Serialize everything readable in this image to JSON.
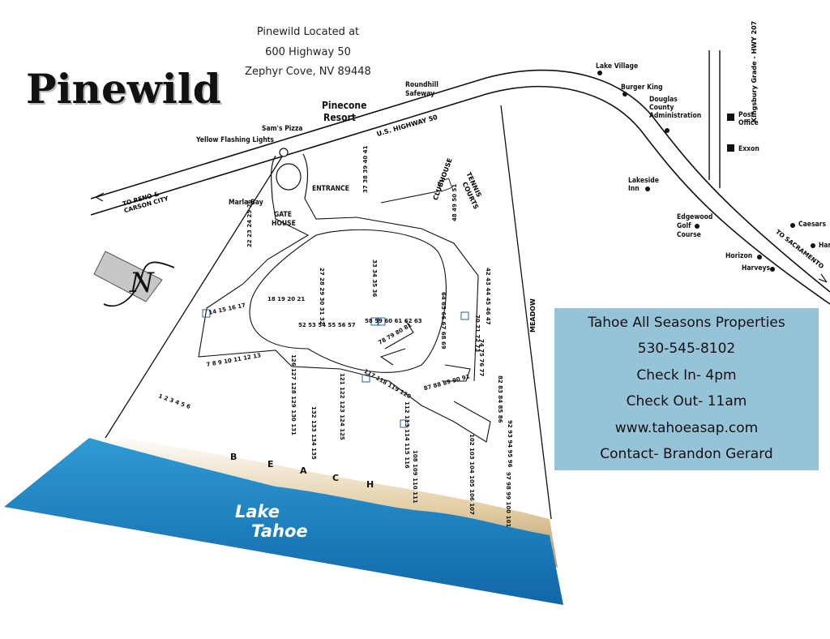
{
  "brand": {
    "title": "Pinewild"
  },
  "address": {
    "line1": "Pinewild Located at",
    "line2": "600 Highway 50",
    "line3": "Zephyr Cove, NV 89448"
  },
  "map_labels": {
    "highway": "U.S. HIGHWAY 50",
    "pinecone": "Pinecone",
    "resort": "Resort",
    "roundhill": "Roundhill",
    "safeway": "Safeway",
    "sams_pizza": "Sam's Pizza",
    "yellow_lights": "Yellow Flashing Lights",
    "to_reno": "TO RENO &",
    "carson_city": "CARSON CITY",
    "marla_bay": "Marla Bay",
    "entrance": "ENTRANCE",
    "gate": "GATE",
    "house": "HOUSE",
    "clubhouse": "CLUBHOUSE",
    "tennis": "TENNIS",
    "courts": "COURTS",
    "meadow": "MEADOW",
    "beach": [
      "B",
      "E",
      "A",
      "C",
      "H"
    ],
    "lake": "Lake",
    "tahoe": "Tahoe",
    "lake_village": "Lake Village",
    "burger_king": "Burger King",
    "douglas1": "Douglas",
    "douglas2": "County",
    "douglas3": "Administration",
    "post1": "Post",
    "post2": "Office",
    "exxon": "Exxon",
    "kingsbury": "Kingsbury Grade - HWY 207",
    "lakeside1": "Lakeside",
    "lakeside2": "Inn",
    "edgewood1": "Edgewood",
    "edgewood2": "Golf",
    "edgewood3": "Course",
    "horizon": "Horizon",
    "harveys": "Harveys",
    "caesars": "Caesars",
    "harrahs": "Har",
    "to_sacramento": "TO SACRAMENTO"
  },
  "unit_numbers": {
    "g1": "1 2 3 4 5 6",
    "g2": "7 8 9 10 11 12 13",
    "g3": "14 15 16 17",
    "g4": "18 19 20 21",
    "g5": "22 23 24 25 26",
    "g6": "27 28 29 30 31 32",
    "g7": "33 34 35 36",
    "g8": "37 38 39 40 41",
    "g9": "42 43 44 45 46 47",
    "g10": "48 49 50 51",
    "g11": "52 53 54 55 56 57",
    "g12": "58 59 60 61 62 63",
    "g13": "64 65 66 67 68 69",
    "g14": "70 71 72 73",
    "g15": "74 75 76 77",
    "g16": "78 79 80 81",
    "g17": "82 83 84 85 86",
    "g18": "87 88 89 90 91",
    "g19": "92 93 94 95 96",
    "g20": "97 98 99 100 101",
    "g21": "102 103 104 105 106 107",
    "g22": "108 109 110 111",
    "g23": "112 113 114 115 116",
    "g24": "117 118 119 120",
    "g25": "121 122 123 124 125",
    "g26": "126 127 128 129 130 131",
    "g27": "132 133 134 135"
  },
  "compass": {
    "letter": "N"
  },
  "contact": {
    "company": "Tahoe All Seasons Properties",
    "phone": "530-545-8102",
    "checkin": "Check In- 4pm",
    "checkout": "Check Out- 11am",
    "website": "www.tahoeasap.com",
    "contact_person": "Contact- Brandon Gerard"
  },
  "colors": {
    "lake": "#1c86c6",
    "beach": "#cdb48a",
    "infobox": "#97c3d9"
  }
}
